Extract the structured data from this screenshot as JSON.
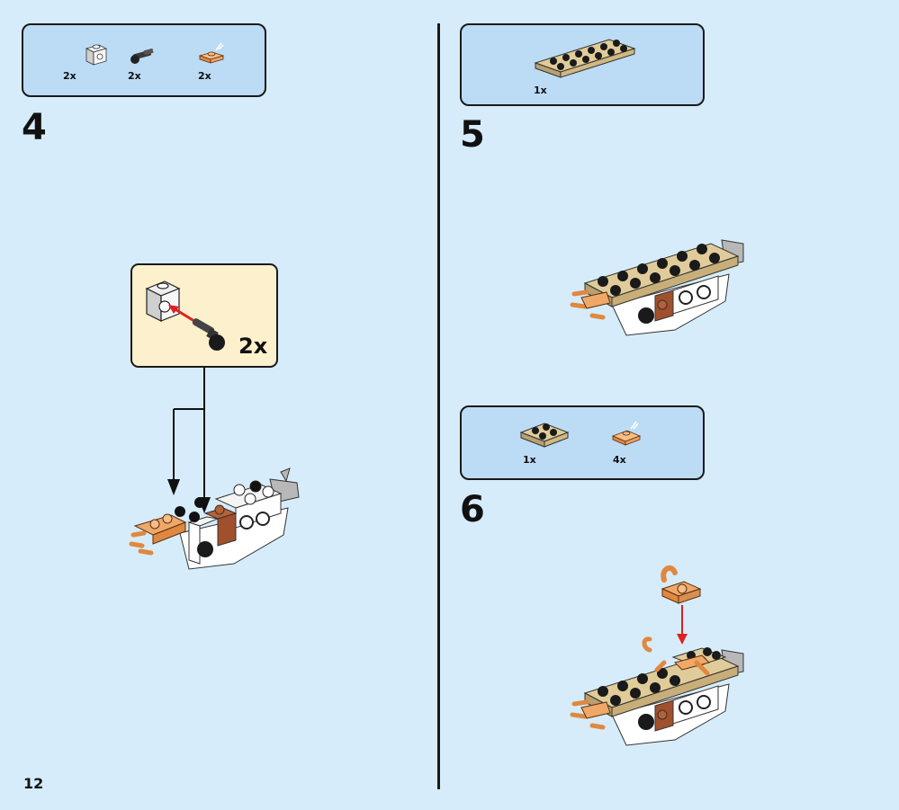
{
  "page": {
    "number": "12"
  },
  "steps": [
    {
      "number": "4",
      "parts": [
        {
          "icon": "white-technic-brick-1x1-icon",
          "qty": "2x"
        },
        {
          "icon": "black-pin-icon",
          "qty": "2x"
        },
        {
          "icon": "orange-claw-plate-icon",
          "qty": "2x"
        }
      ],
      "callout": {
        "qty": "2x"
      }
    },
    {
      "number": "5",
      "parts": [
        {
          "icon": "tan-plate-2x6-icon",
          "qty": "1x"
        }
      ]
    },
    {
      "number": "6",
      "parts": [
        {
          "icon": "tan-plate-2x2-icon",
          "qty": "1x"
        },
        {
          "icon": "orange-claw-plate-icon",
          "qty": "4x"
        }
      ]
    }
  ],
  "colors": {
    "background": "#d6ecfa",
    "parts_box": "#bcdcf5",
    "callout": "#fdf0cc",
    "tan": "#d8c08c",
    "orange": "#f0a868",
    "dark_orange": "#a0502c",
    "arrow_red": "#e02020"
  }
}
